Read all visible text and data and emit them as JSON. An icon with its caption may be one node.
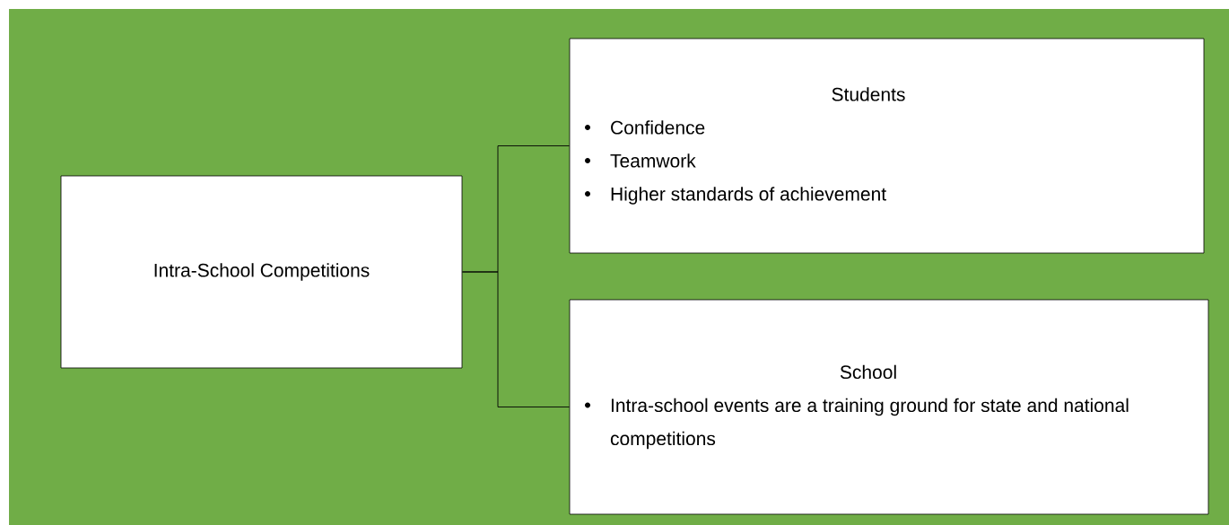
{
  "diagram": {
    "nodes": [
      {
        "text": [
          "Intra-School Competitions"
        ]
      },
      {
        "text": [
          "Students",
          "Confidence",
          "Teamwork",
          "Higher standards of achievement"
        ]
      },
      {
        "text": [
          "School",
          "Intra-school events are a training ground for state and national competitions"
        ]
      }
    ],
    "edges": [
      {
        "from": 0,
        "to": 1,
        "arrow": "none"
      },
      {
        "from": 0,
        "to": 2,
        "arrow": "none"
      }
    ]
  }
}
